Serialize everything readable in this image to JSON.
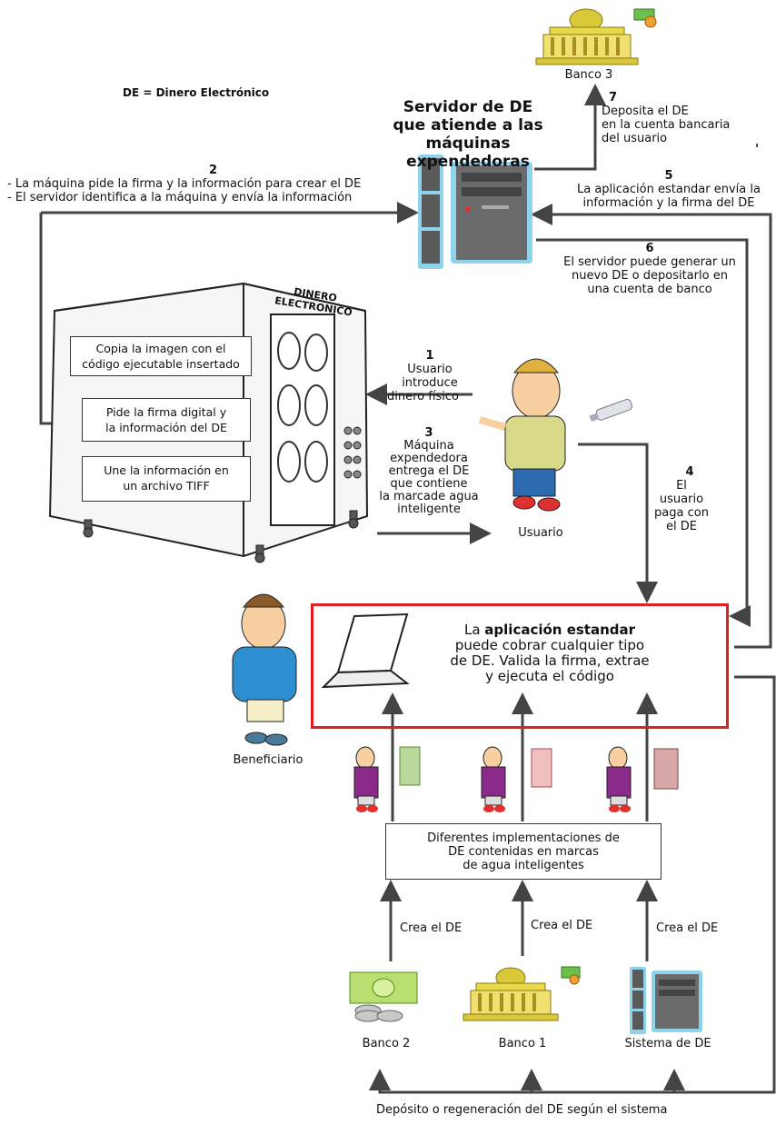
{
  "legend": "DE = Dinero Electrónico",
  "server_title": [
    "Servidor de DE",
    "que atiende a las",
    "máquinas expendedoras"
  ],
  "bank3": "Banco 3",
  "step7": {
    "num": "7",
    "lines": [
      "Deposita el DE",
      "en la cuenta bancaria",
      "del usuario"
    ]
  },
  "step2": {
    "num": "2",
    "lines": [
      "- La máquina pide la firma y la información para crear el DE",
      "- El servidor identifica a la máquina y envía la información"
    ]
  },
  "step5": {
    "num": "5",
    "lines": [
      "La aplicación estandar envía la",
      "información y la firma del DE"
    ]
  },
  "step6": {
    "num": "6",
    "lines": [
      "El servidor puede generar un",
      "nuevo DE o depositarlo en",
      "una cuenta de banco"
    ]
  },
  "machine": {
    "sign": [
      "DINERO",
      "ELECTRONICO"
    ],
    "box1": [
      "Copia la imagen con el",
      "código ejecutable insertado"
    ],
    "box2": [
      "Pide la firma digital y",
      "la información del DE"
    ],
    "box3": [
      "Une la información en",
      "un archivo TIFF"
    ]
  },
  "step1": {
    "num": "1",
    "lines": [
      "Usuario introduce",
      "dinero físico"
    ]
  },
  "step3": {
    "num": "3",
    "lines": [
      "Máquina",
      "expendedora",
      "entrega el DE",
      "que contiene",
      "la marcade agua",
      "inteligente"
    ]
  },
  "step4": {
    "num": "4",
    "lines": [
      "El usuario",
      "paga con",
      "el DE"
    ]
  },
  "user_label": "Usuario",
  "app": {
    "line1_pre": "La ",
    "line1_bold": "aplicación estandar",
    "lines": [
      "puede cobrar cualquier tipo",
      "de DE. Valida la firma, extrae",
      "y ejecuta el código"
    ]
  },
  "beneficiary": "Beneficiario",
  "implementations": [
    "Diferentes implementaciones de",
    "DE contenidas en marcas",
    "de agua inteligentes"
  ],
  "create_label": "Crea el DE",
  "bank2": "Banco 2",
  "bank1": "Banco 1",
  "de_system": "Sistema de DE",
  "bottom": "Depósito o regeneración del DE según el sistema",
  "colors": {
    "app_border": "#e02020",
    "server_outline": "#8fd3ea",
    "shirt_user": "#d9d98a",
    "shirt_benef": "#2d8fcf",
    "small_figure": "#8a2a8a",
    "bank_building": "#e8d84a"
  }
}
